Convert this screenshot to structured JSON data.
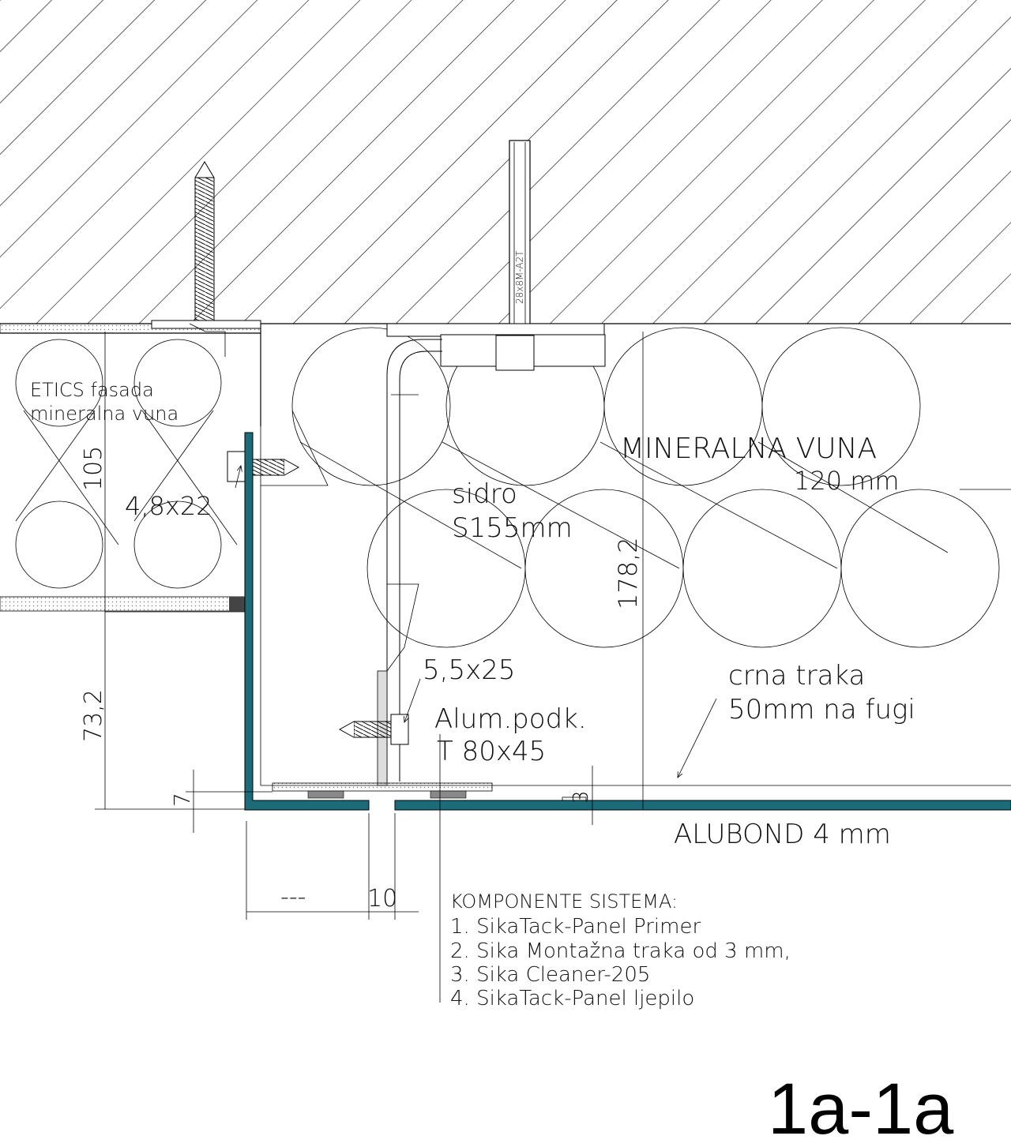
{
  "drawing": {
    "section_title": "1a-1a",
    "labels": {
      "etics_line1": "ETICS fasada",
      "etics_line2": "mineralna vuna",
      "screw_left": "4,8x22",
      "anchor_line1": "sidro",
      "anchor_line2": "S155mm",
      "wool_line1": "MINERALNA VUNA",
      "wool_line2": "120 mm",
      "screw_mid": "5,5x25",
      "profile_line1": "Alum.podk.",
      "profile_line2": "T 80x45",
      "tape_line1": "crna traka",
      "tape_line2": "50mm na fugi",
      "panel": "ALUBOND 4 mm",
      "bolt_marking": "28x8M-A2T"
    },
    "dimensions": {
      "d105": "105",
      "d73": "73,2",
      "d7": "7",
      "d178": "178,2",
      "d3": "3",
      "d10": "10",
      "dashes": "---"
    },
    "components": {
      "heading": "KOMPONENTE SISTEMA:",
      "items": [
        "1. SikaTack-Panel Primer",
        "2. Sika Montažna traka od 3 mm,",
        "3. Sika Cleaner-205",
        "4. SikaTack-Panel ljepilo"
      ]
    },
    "colors": {
      "panel": "#1b6b78",
      "line": "#000000",
      "background": "#ffffff"
    }
  }
}
